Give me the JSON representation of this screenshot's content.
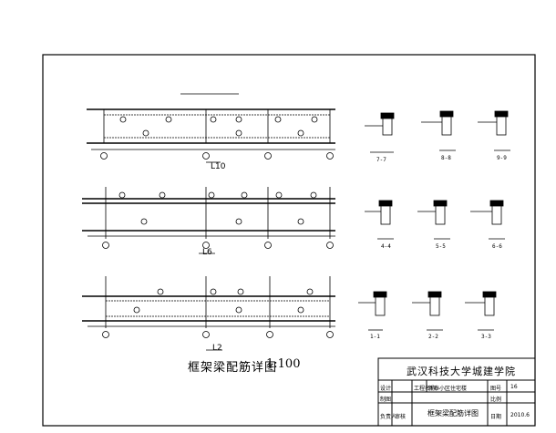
{
  "sheet": {
    "title": "框架梁配筋详图",
    "scale": "1:100"
  },
  "beams": [
    {
      "label": "L10"
    },
    {
      "label": "L6"
    },
    {
      "label": "L2"
    }
  ],
  "sections": {
    "row1": [
      "7-7",
      "8-8",
      "9-9"
    ],
    "row2": [
      "4-4",
      "5-5",
      "6-6"
    ],
    "row3": [
      "1-1",
      "2-2",
      "3-3"
    ]
  },
  "title_block": {
    "school": "武汉科技大学城建学院",
    "drawing_name": "框架梁配筋详图",
    "project_label": "工程名称",
    "project_value": "新泰小区住宅楼",
    "design_label": "设计",
    "drawn_label": "制图",
    "review_label": "审核",
    "leader_label": "负责人",
    "number_label": "图号",
    "number_value": "16",
    "date_label": "日期",
    "date_value": "2010.6",
    "scale_label": "比例"
  }
}
